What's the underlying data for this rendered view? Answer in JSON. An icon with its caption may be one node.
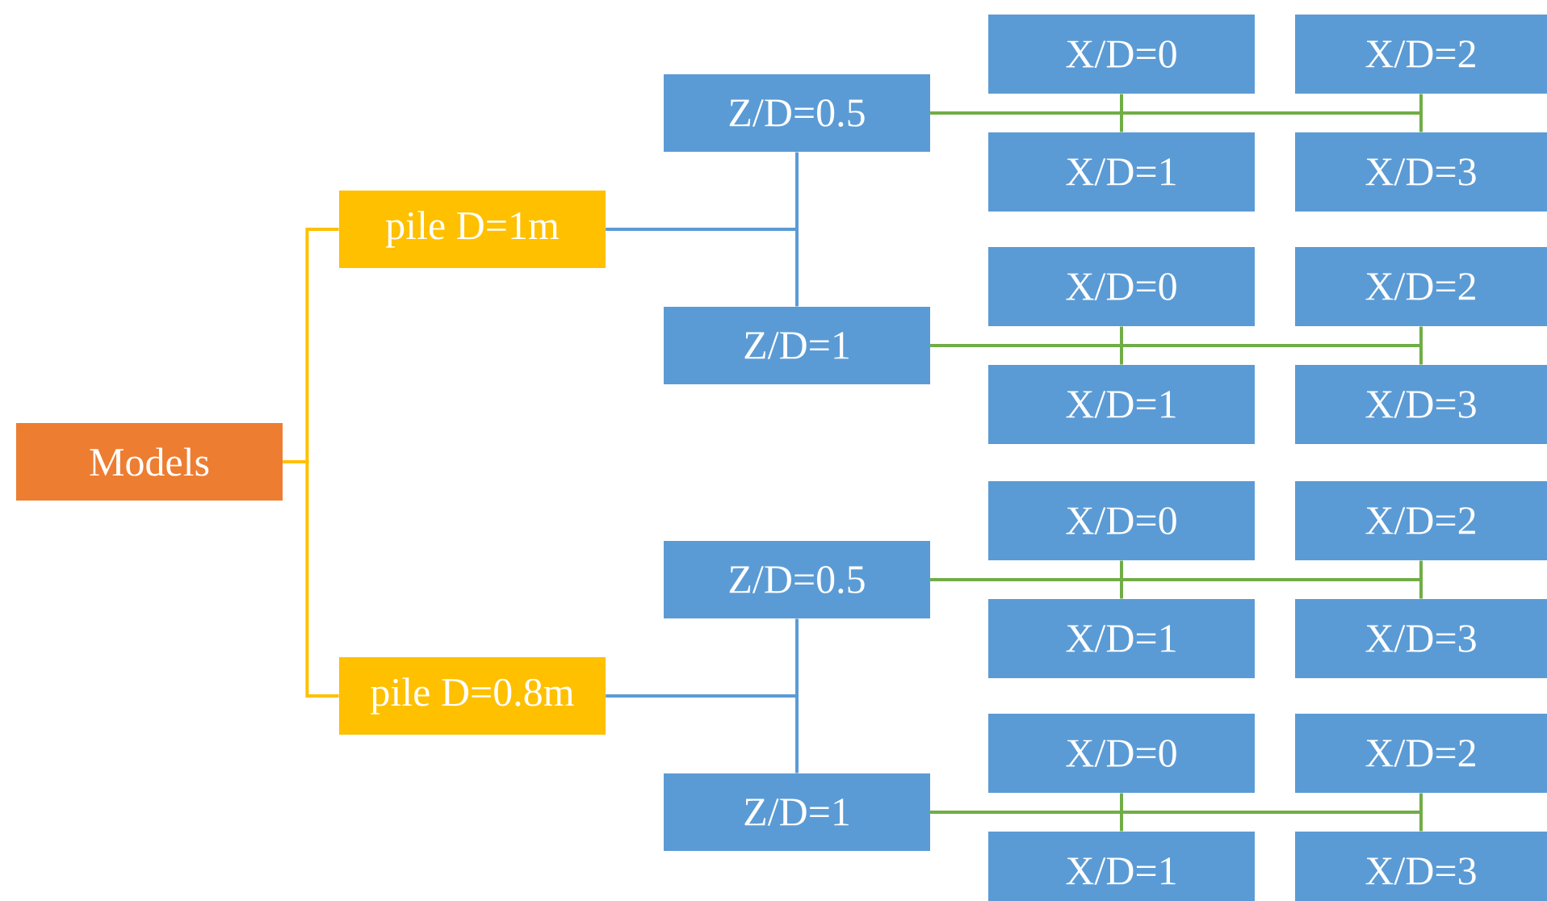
{
  "diagram": {
    "nodes": [
      {
        "text": [
          "Models"
        ]
      },
      {
        "text": [
          "pile D=1m"
        ]
      },
      {
        "text": [
          "pile D=0.8m"
        ]
      },
      {
        "text": [
          "Z/D=0.5"
        ]
      },
      {
        "text": [
          "X/D=0"
        ]
      },
      {
        "text": [
          "X/D=2"
        ]
      },
      {
        "text": [
          "X/D=1"
        ]
      },
      {
        "text": [
          "X/D=3"
        ]
      },
      {
        "text": [
          "Z/D=1"
        ]
      },
      {
        "text": [
          "X/D=0"
        ]
      },
      {
        "text": [
          "X/D=2"
        ]
      },
      {
        "text": [
          "X/D=1"
        ]
      },
      {
        "text": [
          "X/D=3"
        ]
      },
      {
        "text": [
          "Z/D=0.5"
        ]
      },
      {
        "text": [
          "X/D=0"
        ]
      },
      {
        "text": [
          "X/D=2"
        ]
      },
      {
        "text": [
          "X/D=1"
        ]
      },
      {
        "text": [
          "X/D=3"
        ]
      },
      {
        "text": [
          "Z/D=1"
        ]
      },
      {
        "text": [
          "X/D=0"
        ]
      },
      {
        "text": [
          "X/D=2"
        ]
      },
      {
        "text": [
          "X/D=1"
        ]
      },
      {
        "text": [
          "X/D=3"
        ]
      }
    ],
    "edges": [
      {
        "from": 0,
        "to": 1,
        "arrow": "none",
        "color": "#ffc000"
      },
      {
        "from": 0,
        "to": 2,
        "arrow": "none",
        "color": "#ffc000"
      },
      {
        "from": 1,
        "to": 3,
        "arrow": "none",
        "color": "#5b9bd5"
      },
      {
        "from": 1,
        "to": 8,
        "arrow": "none",
        "color": "#5b9bd5"
      },
      {
        "from": 2,
        "to": 13,
        "arrow": "none",
        "color": "#5b9bd5"
      },
      {
        "from": 2,
        "to": 18,
        "arrow": "none",
        "color": "#5b9bd5"
      },
      {
        "from": 3,
        "to": 4,
        "arrow": "none"
      },
      {
        "from": 3,
        "to": 5,
        "arrow": "none"
      },
      {
        "from": 3,
        "to": 6,
        "arrow": "none"
      },
      {
        "from": 3,
        "to": 7,
        "arrow": "none"
      },
      {
        "from": 8,
        "to": 9,
        "arrow": "none"
      },
      {
        "from": 8,
        "to": 10,
        "arrow": "none"
      },
      {
        "from": 8,
        "to": 11,
        "arrow": "none"
      },
      {
        "from": 8,
        "to": 12,
        "arrow": "none"
      },
      {
        "from": 13,
        "to": 14,
        "arrow": "none"
      },
      {
        "from": 13,
        "to": 15,
        "arrow": "none"
      },
      {
        "from": 13,
        "to": 16,
        "arrow": "none"
      },
      {
        "from": 13,
        "to": 17,
        "arrow": "none"
      },
      {
        "from": 18,
        "to": 19,
        "arrow": "none"
      },
      {
        "from": 18,
        "to": 20,
        "arrow": "none"
      },
      {
        "from": 18,
        "to": 21,
        "arrow": "none"
      },
      {
        "from": 18,
        "to": 22,
        "arrow": "none"
      }
    ]
  }
}
